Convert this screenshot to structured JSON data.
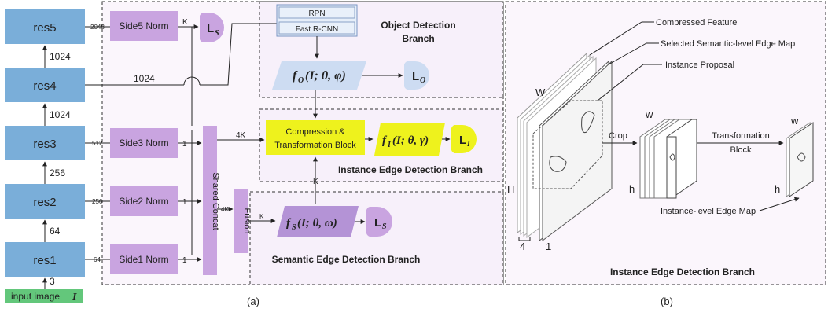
{
  "panel_a": {
    "caption": "(a)",
    "res_blocks": [
      "res5",
      "res4",
      "res3",
      "res2",
      "res1"
    ],
    "input_label": "input image",
    "input_symbol": "I",
    "channels": {
      "in_to_res1": "3",
      "res1_to_res2": "64",
      "res2_to_res3": "256",
      "res3_to_res4": "1024",
      "res4_to_res5": "1024",
      "res4_to_rpn": "1024",
      "res5_side": "2048",
      "res3_side": "512",
      "res2_side": "256",
      "res1_side": "64"
    },
    "side_norms": [
      "Side5 Norm",
      "Side3 Norm",
      "Side2 Norm",
      "Side1 Norm"
    ],
    "side5_out": "K",
    "side_outs": [
      "1",
      "1",
      "1"
    ],
    "shared_concat": "Shared Concat",
    "concat_to_compression": "4K",
    "concat_to_fusion": "4K",
    "fusion": "Fusion",
    "fusion_out": "K",
    "semantic_to_compression": "K",
    "loss_s_top": "L",
    "loss_s_top_sub": "S",
    "rpn": "RPN",
    "fast_rcnn": "Fast R-CNN",
    "object_branch_line1": "Object Detection",
    "object_branch_line2": "Branch",
    "f_o": "f",
    "f_o_sub": "O",
    "f_o_args": "(I; θ, φ)",
    "loss_o": "L",
    "loss_o_sub": "O",
    "compression_line1": "Compression &",
    "compression_line2": "Transformation Block",
    "f_i": "f",
    "f_i_sub": "I",
    "f_i_args": "(I; θ, γ)",
    "loss_i": "L",
    "loss_i_sub": "I",
    "instance_branch": "Instance Edge Detection Branch",
    "f_s": "f",
    "f_s_sub": "S",
    "f_s_args": "(I; θ, ω)",
    "loss_s": "L",
    "loss_s_sub": "S",
    "semantic_branch": "Semantic Edge Detection Branch"
  },
  "panel_b": {
    "caption": "(b)",
    "compressed_feature": "Compressed Feature",
    "selected_map": "Selected Semantic-level Edge Map",
    "instance_proposal": "Instance Proposal",
    "W": "W",
    "H": "H",
    "four": "4",
    "one": "1",
    "crop": "Crop",
    "w1": "w",
    "h1": "h",
    "transformation_line1": "Transformation",
    "transformation_line2": "Block",
    "w2": "w",
    "h2": "h",
    "instance_level_map": "Instance-level Edge Map",
    "branch_title": "Instance Edge Detection Branch"
  },
  "colors": {
    "res_block": "#7aaed9",
    "side_norm": "#c9a4e0",
    "loss_circle": "#c9a4e0",
    "concat": "#c9a4e0",
    "param_box": "#b493d6",
    "compression": "#eef21d",
    "loss_i": "#eef21d",
    "f_o_box": "#cddcf2",
    "rpn_box": "#cddcf2",
    "input_box": "#63c77b",
    "branch_bg": "#f7f0fa"
  }
}
